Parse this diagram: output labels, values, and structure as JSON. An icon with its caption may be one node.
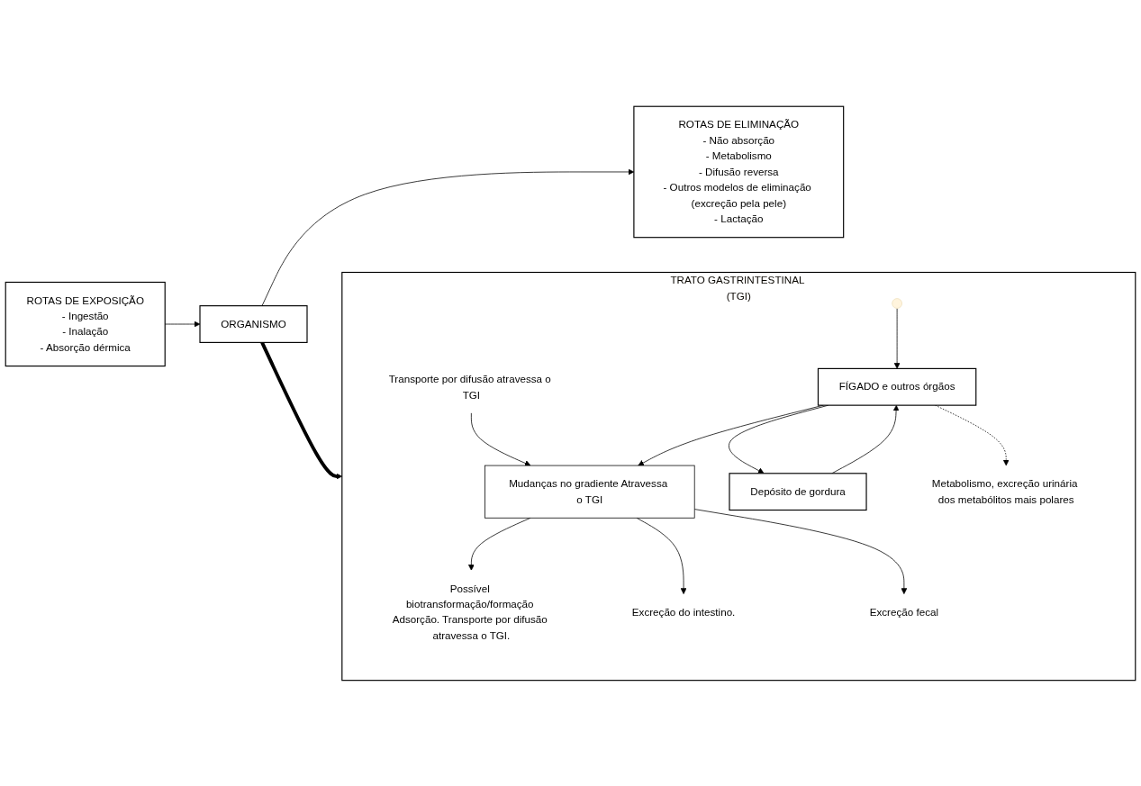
{
  "diagram": {
    "nodes": [
      {
        "text": [
          "ROTAS DE EXPOSIÇÃO",
          "- Ingestão",
          "- Inalação",
          "- Absorção dérmica"
        ]
      },
      {
        "text": [
          "ROTAS DE ELIMINAÇÃO",
          "- Não absorção",
          "- Metabolismo",
          "- Difusão reversa",
          "- Outros modelos de eliminação (excreção pela pele)",
          "- Lactação"
        ]
      },
      {
        "text": [
          "ORGANISMO"
        ]
      },
      {
        "text": [
          "TRATO GASTRINTESTINAL (TGI)"
        ]
      },
      {
        "text": [
          "Mudanças no gradiente Atravessa o TGI"
        ],
        "in": 3
      },
      {
        "text": [
          "Possível biotransformação/formação Adsorção. Transporte por difusão atravessa o TGI."
        ],
        "in": 3
      },
      {
        "text": [
          "Excreção do intestino."
        ],
        "in": 3
      },
      {
        "text": [
          "Transporte por difusão atravessa o TGI"
        ],
        "in": 3
      },
      {
        "text": [
          "Excreção fecal"
        ],
        "in": 3
      },
      {
        "text": [
          "Depósito de gordura"
        ],
        "in": 3
      },
      {
        "text": [
          "FÍGADO e outros órgãos"
        ],
        "in": 3
      },
      {
        "text": [
          "Metabolismo, excreção urinária dos metabólitos mais polares"
        ],
        "in": 3
      }
    ],
    "edges": [
      {
        "from": 0,
        "to": 2,
        "arrow": "to"
      },
      {
        "from": 2,
        "to": 1,
        "arrow": "to"
      },
      {
        "from": 2,
        "to": 3,
        "arrow": "to",
        "style": "thick"
      },
      {
        "from": 4,
        "to": 5,
        "arrow": "to"
      },
      {
        "from": 4,
        "to": 6,
        "arrow": "to"
      },
      {
        "from": 7,
        "to": 4,
        "arrow": "to"
      },
      {
        "from": 4,
        "to": 8,
        "arrow": "to"
      },
      {
        "from": 10,
        "to": 4,
        "arrow": "to"
      },
      {
        "from": 10,
        "to": 9,
        "arrow": "to"
      },
      {
        "from": null,
        "to": 10,
        "arrow": "to"
      },
      {
        "from": 9,
        "to": 10,
        "arrow": "to"
      },
      {
        "from": 10,
        "to": 11,
        "arrow": "to",
        "style": "dashed"
      }
    ]
  }
}
